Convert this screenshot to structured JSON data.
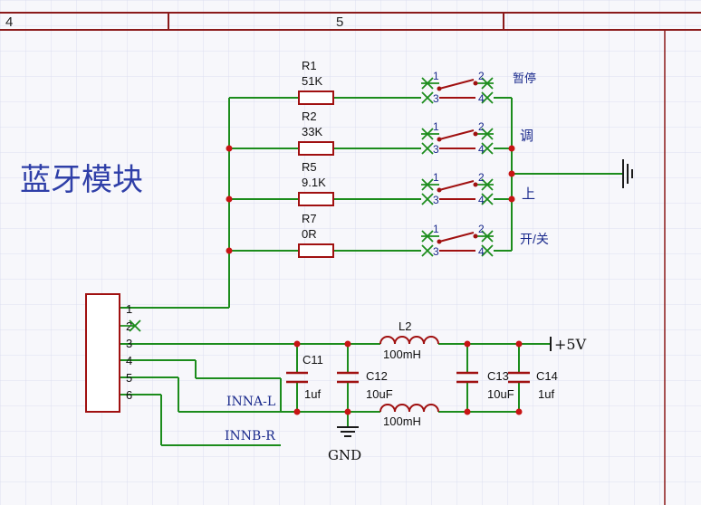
{
  "border": {
    "zone_left": "4",
    "zone_mid": "5"
  },
  "title": "蓝牙模块",
  "colors": {
    "wire": "#1c8c1c",
    "part": "#a01010",
    "label": "#101010",
    "net": "#1a2a8c",
    "junction": "#c81414",
    "border": "#8b1a1a",
    "grid": "#dcdff0"
  },
  "resistors": [
    {
      "ref": "R1",
      "value": "51K"
    },
    {
      "ref": "R2",
      "value": "33K"
    },
    {
      "ref": "R5",
      "value": "9.1K"
    },
    {
      "ref": "R7",
      "value": "0R"
    }
  ],
  "switch_pins": {
    "p1": "1",
    "p2": "2",
    "p3": "3",
    "p4": "4"
  },
  "switch_labels": [
    "暂停",
    "调",
    "上",
    "开/关"
  ],
  "connector_pins": [
    "1",
    "2",
    "3",
    "4",
    "5",
    "6"
  ],
  "inductor": {
    "ref": "L2",
    "value_top": "100mH",
    "value_bottom": "100mH"
  },
  "capacitors": [
    {
      "ref": "C11",
      "value": "1uf"
    },
    {
      "ref": "C12",
      "value": "10uF"
    },
    {
      "ref": "C13",
      "value": "10uF"
    },
    {
      "ref": "C14",
      "value": "1uf"
    }
  ],
  "nets": {
    "power": "+5V",
    "ground": "GND",
    "left_out": "INNA-L",
    "right_out": "INNB-R"
  }
}
